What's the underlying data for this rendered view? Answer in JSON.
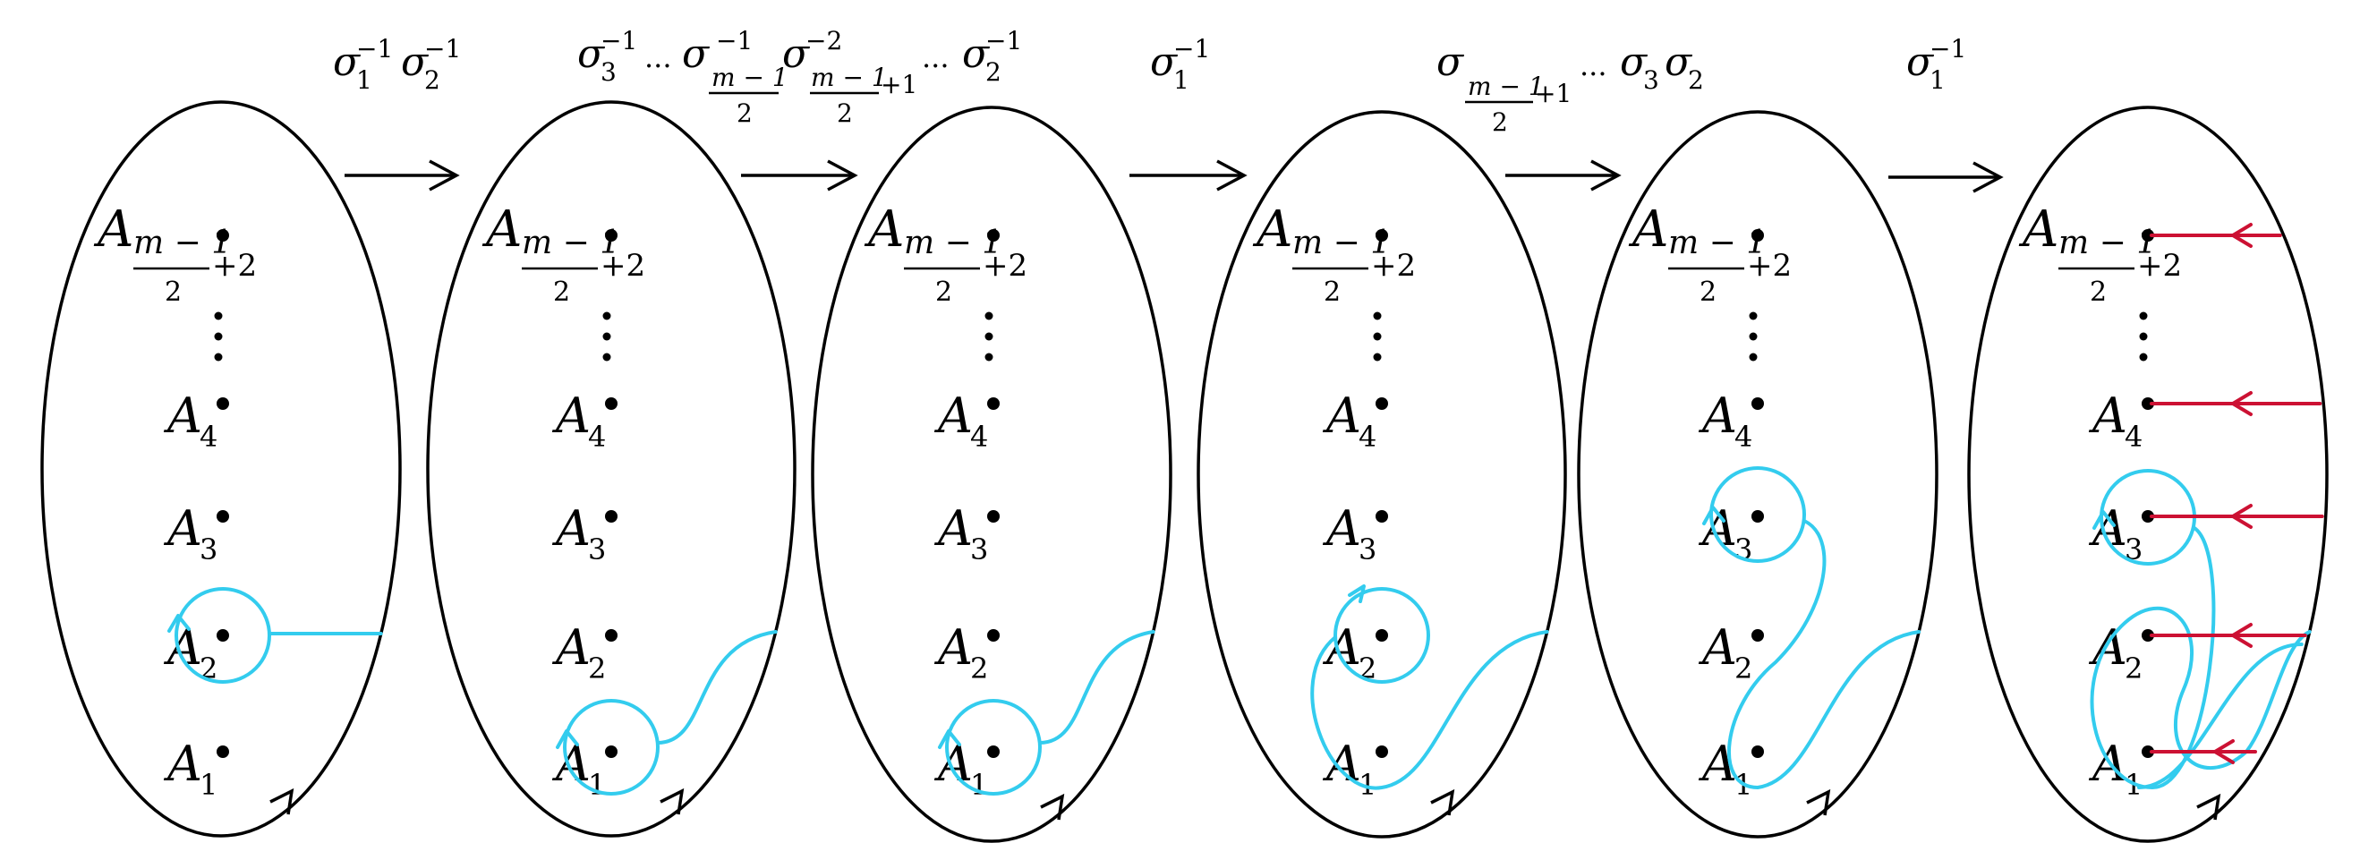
{
  "diagram": {
    "panels": [
      {
        "id": "panel-1",
        "labels": {
          "top": {
            "main": "A",
            "num": "m − 1",
            "den": "2",
            "suffix": "+2"
          },
          "a4": {
            "main": "A",
            "sub": "4"
          },
          "a3": {
            "main": "A",
            "sub": "3"
          },
          "a2": {
            "main": "A",
            "sub": "2"
          },
          "a1": {
            "main": "A",
            "sub": "1"
          }
        }
      },
      {
        "id": "panel-2",
        "labels": {
          "top": {
            "main": "A",
            "num": "m − 1",
            "den": "2",
            "suffix": "+2"
          },
          "a4": {
            "main": "A",
            "sub": "4"
          },
          "a3": {
            "main": "A",
            "sub": "3"
          },
          "a2": {
            "main": "A",
            "sub": "2"
          },
          "a1": {
            "main": "A",
            "sub": "1"
          }
        }
      },
      {
        "id": "panel-3",
        "labels": {
          "top": {
            "main": "A",
            "num": "m − 1",
            "den": "2",
            "suffix": "+2"
          },
          "a4": {
            "main": "A",
            "sub": "4"
          },
          "a3": {
            "main": "A",
            "sub": "3"
          },
          "a2": {
            "main": "A",
            "sub": "2"
          },
          "a1": {
            "main": "A",
            "sub": "1"
          }
        }
      },
      {
        "id": "panel-4",
        "labels": {
          "top": {
            "main": "A",
            "num": "m − 1",
            "den": "2",
            "suffix": "+2"
          },
          "a4": {
            "main": "A",
            "sub": "4"
          },
          "a3": {
            "main": "A",
            "sub": "3"
          },
          "a2": {
            "main": "A",
            "sub": "2"
          },
          "a1": {
            "main": "A",
            "sub": "1"
          }
        }
      },
      {
        "id": "panel-5",
        "labels": {
          "top": {
            "main": "A",
            "num": "m − 1",
            "den": "2",
            "suffix": "+2"
          },
          "a4": {
            "main": "A",
            "sub": "4"
          },
          "a3": {
            "main": "A",
            "sub": "3"
          },
          "a2": {
            "main": "A",
            "sub": "2"
          },
          "a1": {
            "main": "A",
            "sub": "1"
          }
        }
      },
      {
        "id": "panel-6",
        "labels": {
          "top": {
            "main": "A",
            "num": "m − 1",
            "den": "2",
            "suffix": "+2"
          },
          "a4": {
            "main": "A",
            "sub": "4"
          },
          "a3": {
            "main": "A",
            "sub": "3"
          },
          "a2": {
            "main": "A",
            "sub": "2"
          },
          "a1": {
            "main": "A",
            "sub": "1"
          }
        }
      }
    ],
    "transitions": {
      "t1": {
        "s1": "σ",
        "s1sub": "1",
        "s1sup": "−1",
        "s2": "σ",
        "s2sub": "2",
        "s2sup": "−1"
      },
      "t2": {
        "a": "σ",
        "asub": "3",
        "asup": "−1",
        "dots1": "...",
        "b": "σ",
        "bnum": "m − 1",
        "bden": "2",
        "bsup": "−1",
        "c": "σ",
        "cnum": "m − 1",
        "cden": "2",
        "cplus": "+1",
        "csup": "−2",
        "dots2": "...",
        "d": "σ",
        "dsub": "2",
        "dsup": "−1"
      },
      "t3": {
        "s": "σ",
        "sub": "1",
        "sup": "−1"
      },
      "t4": {
        "a": "σ",
        "anum": "m − 1",
        "aden": "2",
        "aplus": "+1",
        "dots": "...",
        "b": "σ",
        "bsub": "3",
        "c": "σ",
        "csub": "2"
      },
      "t5": {
        "s": "σ",
        "sub": "1",
        "sup": "−1"
      }
    },
    "colors": {
      "curve": "#33ccee",
      "red": "#cc1133",
      "ink": "#000000"
    }
  }
}
